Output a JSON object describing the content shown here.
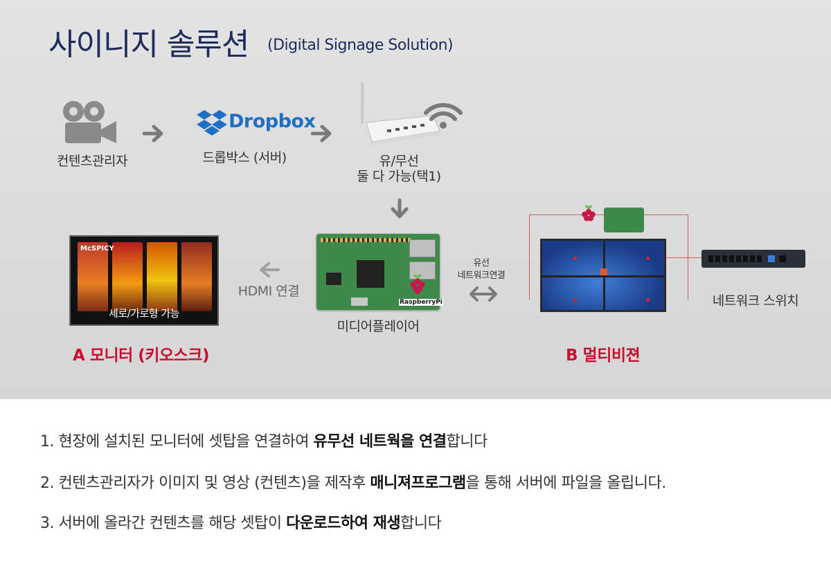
{
  "title": {
    "main": "사이니지 솔루션",
    "sub": "(Digital Signage Solution)"
  },
  "flow": {
    "content_manager": "컨텐츠관리자",
    "dropbox_brand": "Dropbox",
    "dropbox_label": "드롭박스 (서버)",
    "router_line1": "유/무선",
    "router_line2": "둘 다 가능(택1)",
    "hdmi": "HDMI 연결",
    "media_player": "미디어플레이어",
    "wired_line1": "유선",
    "wired_line2": "네트워크연결",
    "network_switch": "네트워크 스위치",
    "raspberry_logo": "RaspberryPi"
  },
  "kiosk": {
    "caption": "세로/가로형 가능",
    "sign_text": "McSPICY"
  },
  "labels": {
    "monitor_a": "A 모니터 (키오스크)",
    "multivision_b": "B 멀티비젼"
  },
  "steps": [
    {
      "prefix": "1. 현장에 설치된 모니터에 셋탑을 연결하여 ",
      "bold": "유무선 네트웍을 연결",
      "suffix": "합니다"
    },
    {
      "prefix": "2. 컨텐츠관리자가 이미지 및 영상 (컨텐츠)을 제작후 ",
      "bold": "매니져프로그램",
      "suffix": "을 통해 서버에 파일을 올립니다."
    },
    {
      "prefix": "3. 서버에 올라간 컨텐츠를 해당 셋탑이 ",
      "bold": "다운로드하여 재생",
      "suffix": "합니다"
    }
  ],
  "colors": {
    "title": "#1d2b5e",
    "accent_red": "#c8102e",
    "dropbox_blue": "#1f6fc4",
    "arrow_gray": "#7a7a7a",
    "background_gray": "#dcdcdc"
  }
}
